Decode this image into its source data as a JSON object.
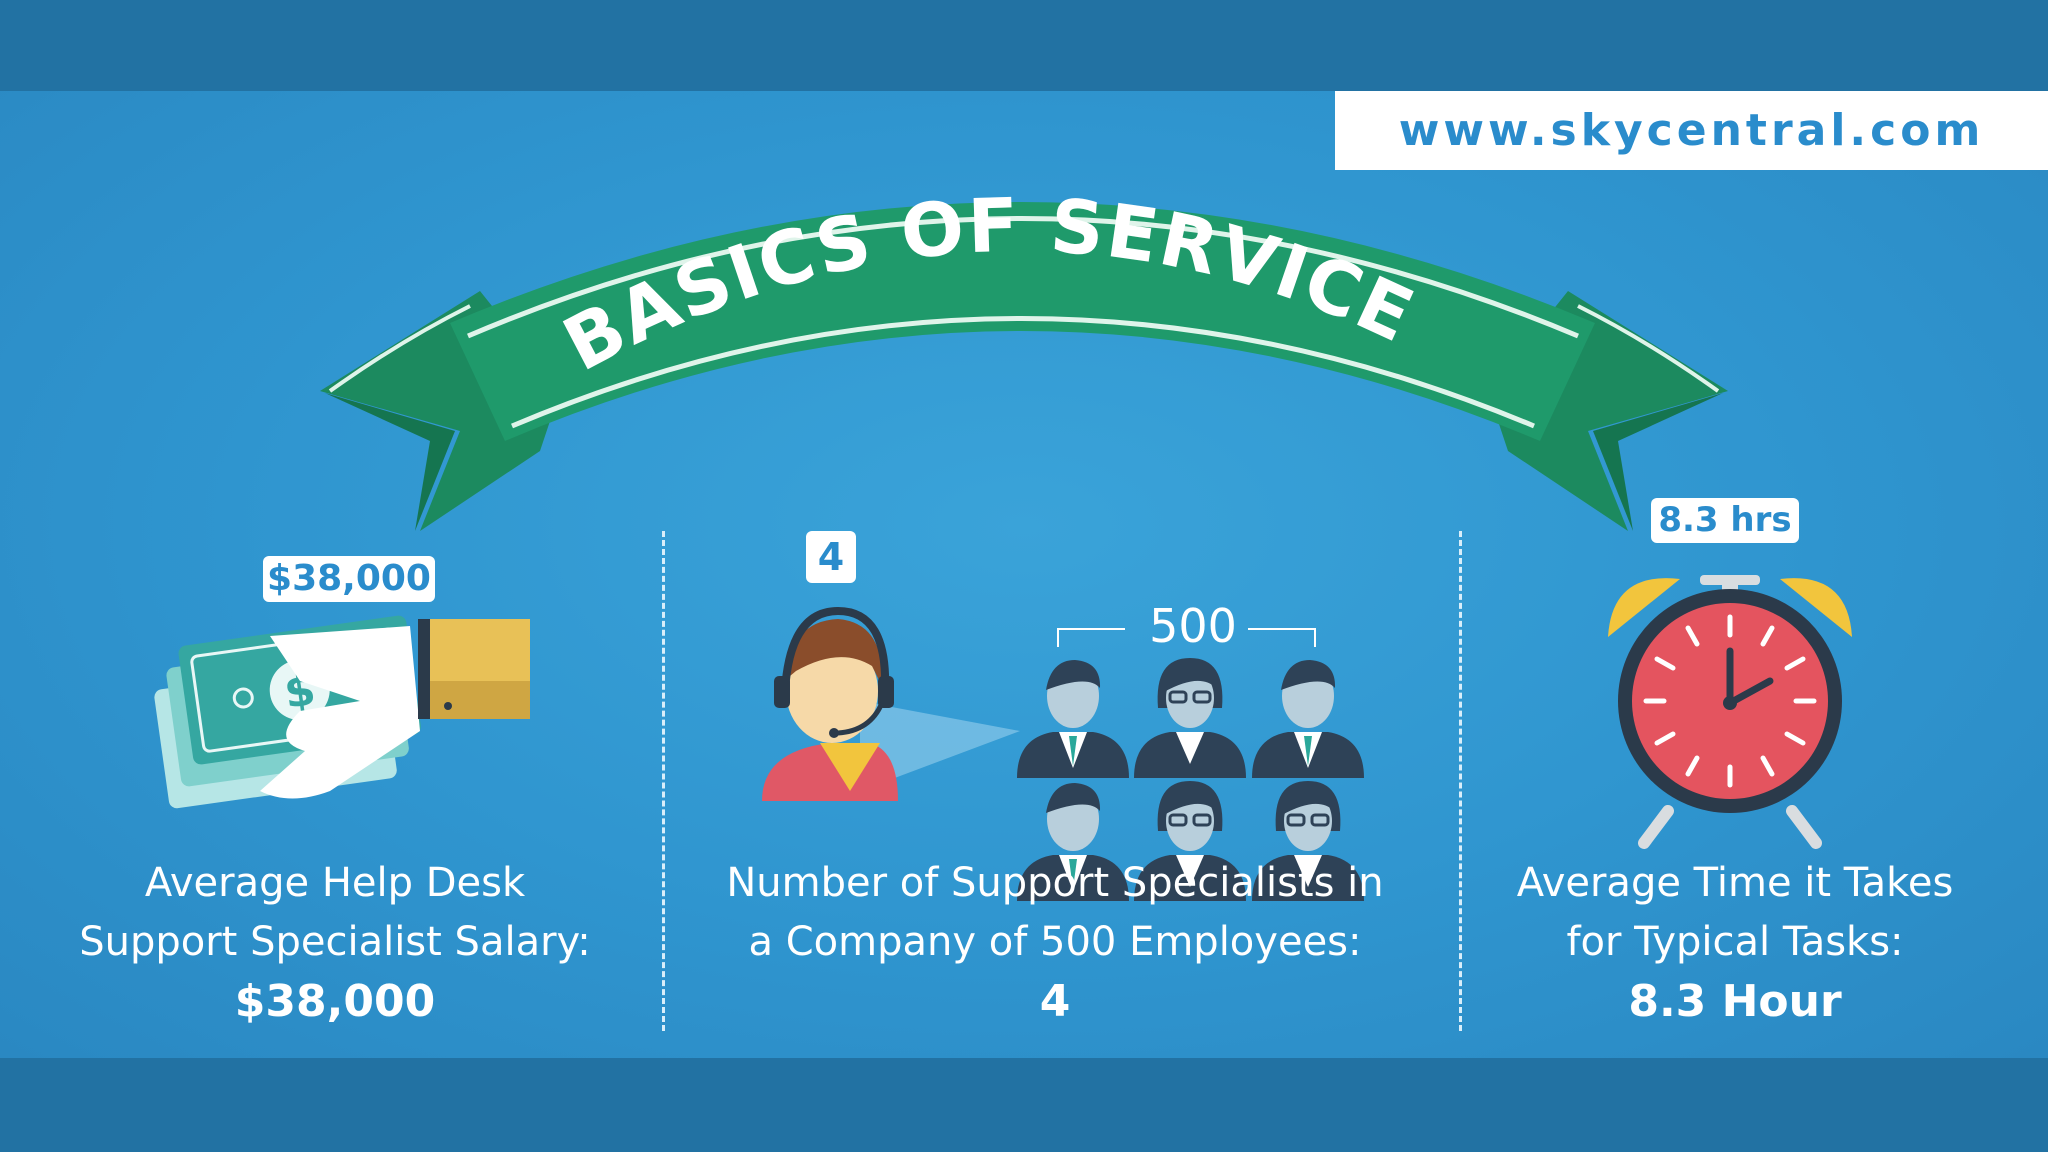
{
  "header": {
    "title": "THE BASICS OF SERVICE DESK",
    "website": "www.skycentral.com"
  },
  "stats": {
    "salary": {
      "tag": "$38,000",
      "caption_line1": "Average Help Desk",
      "caption_line2": "Support Specialist Salary:",
      "value": "$38,000"
    },
    "specialists": {
      "tag": "4",
      "employees_label": "500",
      "caption_line1": "Number of Support Specialists in",
      "caption_line2": "a Company of 500 Employees:",
      "value": "4"
    },
    "time": {
      "tag": "8.3 hrs",
      "caption_line1": "Average Time it Takes",
      "caption_line2": "for Typical Tasks:",
      "value": "8.3 Hour"
    }
  },
  "icons": {
    "salary": "money-hand-icon",
    "agent": "headset-agent-icon",
    "employees": "employee-group-icon",
    "clock": "alarm-clock-icon"
  },
  "colors": {
    "background": "#2f95cf",
    "frame": "#2272a3",
    "ribbon": "#1f9a6b",
    "accent_blue": "#2a8ccc",
    "clock_face": "#e4545f",
    "bell": "#f2c53d"
  }
}
